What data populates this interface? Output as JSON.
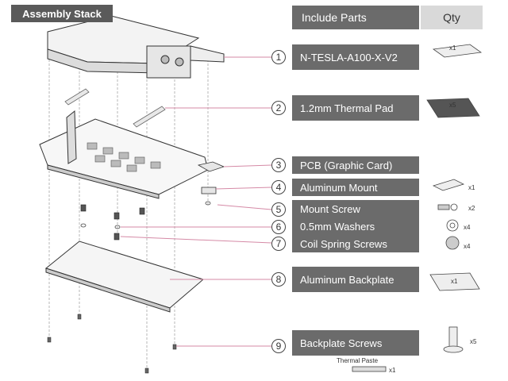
{
  "header": {
    "title": "Assembly Stack",
    "include_parts": "Include Parts",
    "qty": "Qty"
  },
  "parts": [
    {
      "number": "1",
      "label": "N-TESLA-A100-X-V2",
      "qty": "x1"
    },
    {
      "number": "2",
      "label": "1.2mm Thermal Pad",
      "qty": "x5"
    },
    {
      "number": "3",
      "label": "PCB (Graphic Card)",
      "qty": ""
    },
    {
      "number": "4",
      "label": "Aluminum Mount",
      "qty": "x1"
    },
    {
      "number": "5",
      "label": "Mount Screw",
      "qty": "x2"
    },
    {
      "number": "6",
      "label": "0.5mm Washers",
      "qty": "x4"
    },
    {
      "number": "7",
      "label": "Coil Spring Screws",
      "qty": "x4"
    },
    {
      "number": "8",
      "label": "Aluminum Backplate",
      "qty": "x1"
    },
    {
      "number": "9",
      "label": "Backplate Screws",
      "qty": "x5"
    }
  ],
  "extras": {
    "thermal_paste_label": "Thermal Paste",
    "thermal_paste_qty": "x1"
  },
  "colors": {
    "label_bg": "#6b6b6b",
    "qty_bg": "#d9d9d9",
    "line": "#d58aa6"
  }
}
